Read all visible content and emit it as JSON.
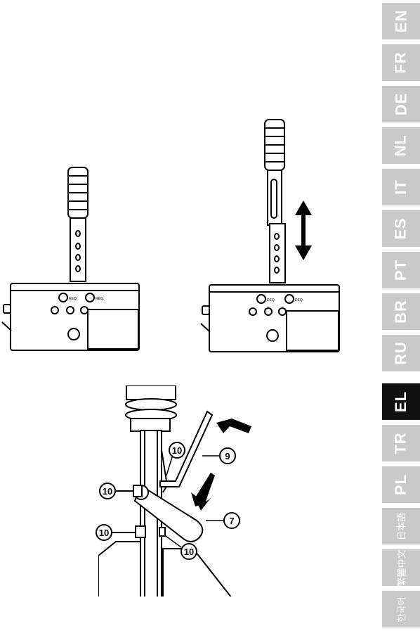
{
  "languages": [
    {
      "code": "EN",
      "active": false
    },
    {
      "code": "FR",
      "active": false
    },
    {
      "code": "DE",
      "active": false
    },
    {
      "code": "NL",
      "active": false
    },
    {
      "code": "IT",
      "active": false
    },
    {
      "code": "ES",
      "active": false
    },
    {
      "code": "PT",
      "active": false
    },
    {
      "code": "BR",
      "active": false
    },
    {
      "code": "RU",
      "active": false
    },
    {
      "code": "EL",
      "active": true
    },
    {
      "code": "TR",
      "active": false
    },
    {
      "code": "PL",
      "active": false
    },
    {
      "code": "日本語",
      "active": false
    },
    {
      "code": "繁體中文",
      "active": false
    },
    {
      "code": "한국어",
      "active": false
    }
  ],
  "device_labels": {
    "req_1": "REQ.",
    "req_2": "REQ.",
    "req_3": "REQ.",
    "req_4": "REQ."
  },
  "callouts": {
    "c10_top": "10",
    "c9": "9",
    "c10_left": "10",
    "c7": "7",
    "c10_bottom_left": "10",
    "c10_bottom_right": "10"
  },
  "colors": {
    "tab_inactive": "#c9c9c9",
    "tab_active": "#111111",
    "tab_text": "#ffffff",
    "line": "#000000"
  }
}
